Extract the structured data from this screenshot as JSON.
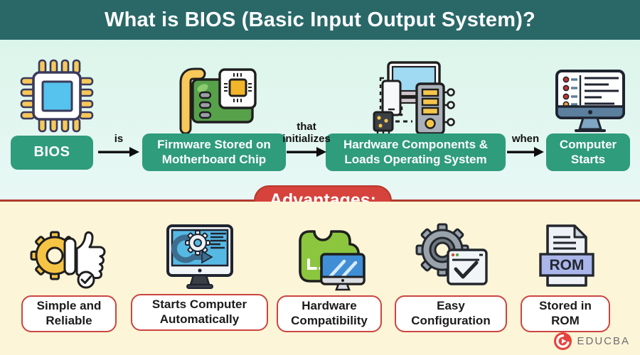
{
  "header": {
    "title": "What is BIOS (Basic Input Output System)?"
  },
  "flow": {
    "nodes": [
      {
        "label": "BIOS",
        "icon": "cpu-chip-icon"
      },
      {
        "label": "Firmware Stored on Motherboard Chip",
        "icon": "motherboard-card-icon"
      },
      {
        "label": "Hardware Components & Loads Operating System",
        "icon": "hardware-components-icon"
      },
      {
        "label": "Computer Starts",
        "icon": "computer-monitor-icon"
      }
    ],
    "connectors": [
      {
        "label": "is"
      },
      {
        "label": "that initializes"
      },
      {
        "label": "when"
      }
    ]
  },
  "advantages": {
    "heading": "Advantages:",
    "items": [
      {
        "label": "Simple and Reliable",
        "icon": "gear-thumbs-up-icon"
      },
      {
        "label": "Starts Computer Automatically",
        "icon": "monitor-restart-icon"
      },
      {
        "label": "Hardware Compatibility",
        "icon": "puzzle-monitor-icon"
      },
      {
        "label": "Easy Configuration",
        "icon": "gear-checklist-icon"
      },
      {
        "label": "Stored in ROM",
        "icon": "rom-file-icon",
        "icon_text": "ROM"
      }
    ]
  },
  "branding": {
    "logo_text": "EDUCBA"
  },
  "colors": {
    "header_bg": "#2a6868",
    "flow_bg": "#dcf5ea",
    "node_green": "#2f9c7c",
    "divider_red": "#b03a2c",
    "pill_red": "#d5433c",
    "label_border_red": "#cb4540",
    "lower_bg": "#fdf5d8",
    "brand_red": "#e8423c",
    "brand_gray": "#6d6e71"
  }
}
